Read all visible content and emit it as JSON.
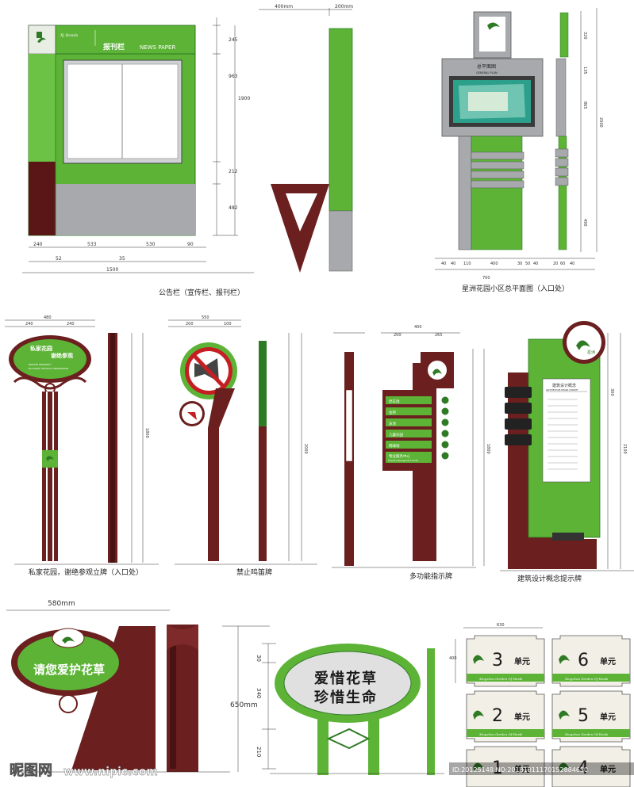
{
  "panel1": {
    "brand": "Xj Bonds",
    "title_cn": "报刊栏",
    "title_en": "NEWS PAPER",
    "caption": "公告栏（宣传栏、报刊栏）",
    "dims": {
      "d245": "245",
      "d963": "963",
      "d1900": "1900",
      "d212": "212",
      "d482": "482",
      "d240": "240",
      "d52": "52",
      "d533": "533",
      "d35": "35",
      "d530": "530",
      "d90": "90",
      "d1500": "1500",
      "side_400": "400mm",
      "side_200": "200mm"
    }
  },
  "panel2": {
    "plan_title": "总平面图",
    "plan_sub": "GENERAL PLAN",
    "caption": "星洲花园小区总平面图（入口处）",
    "dims": {
      "d320": "320",
      "d135": "135",
      "d865": "865",
      "d2000": "2000",
      "d490": "490",
      "d40a": "40",
      "d40b": "40",
      "d110": "110",
      "d400": "400",
      "d30": "30",
      "d50": "50",
      "d40c": "40",
      "d700": "700",
      "d20": "20",
      "d60": "60",
      "d40d": "40"
    }
  },
  "panel3": {
    "sign_line1": "私家花园",
    "sign_line2": "谢绝参观",
    "sign_en1": "PRIVATE PROPERTY",
    "sign_en2": "NO ENTRY WITHOUT PERMISSION",
    "caption": "私家花园，谢绝参观立牌（入口处）",
    "dims": {
      "d480": "480",
      "d240a": "240",
      "d240b": "240",
      "d1800": "1800"
    }
  },
  "panel4": {
    "caption": "禁止鸣笛牌",
    "dims": {
      "d550": "550",
      "d200": "200",
      "d100": "100",
      "d2000": "2000"
    }
  },
  "panel5": {
    "rows": [
      "停车场",
      "会所",
      "泳池",
      "儿童乐园",
      "网球场",
      "物业服务中心"
    ],
    "last_en": "Property Management Center",
    "caption": "多功能指示牌",
    "dims": {
      "d400": "400",
      "d200": "200",
      "d265": "265",
      "d1800": "1800"
    }
  },
  "panel6": {
    "logo_cn": "星洲",
    "title": "建筑设计概念",
    "sub": "ARCHITECTURE DESIGN CONCEPT",
    "caption": "建筑设计概念提示牌",
    "dims": {
      "d2100": "2100",
      "d300": "300"
    }
  },
  "panel7": {
    "slogan": "请您爱护花草",
    "dim_580": "580mm",
    "dim_650": "650mm"
  },
  "panel8": {
    "line1": "爱惜花草",
    "line2": "珍惜生命",
    "dims": {
      "d30": "30",
      "d340": "340",
      "d210": "210"
    }
  },
  "panel9": {
    "dim_630": "630",
    "dim_400": "400",
    "units": [
      {
        "num": "3",
        "label": "单元",
        "en": "Xingzhou Garden Of Heaki"
      },
      {
        "num": "6",
        "label": "单元",
        "en": "Xingzhou Garden Of Heaki"
      },
      {
        "num": "2",
        "label": "单元",
        "en": "Xingzhou Garden Of Heaki"
      },
      {
        "num": "5",
        "label": "单元",
        "en": "Xingzhou Garden Of Heaki"
      },
      {
        "num": "1",
        "label": "单元",
        "en": ""
      },
      {
        "num": "4",
        "label": "单元",
        "en": ""
      }
    ]
  },
  "watermark": {
    "logo": "昵图网",
    "url": "www.nipic.com",
    "id": "ID:20125148 NO:20181011170152884650"
  },
  "colors": {
    "green": "#5cb336",
    "darkgreen": "#2f7a25",
    "maroon": "#6b1f1f",
    "gray": "#a7a9ac"
  }
}
